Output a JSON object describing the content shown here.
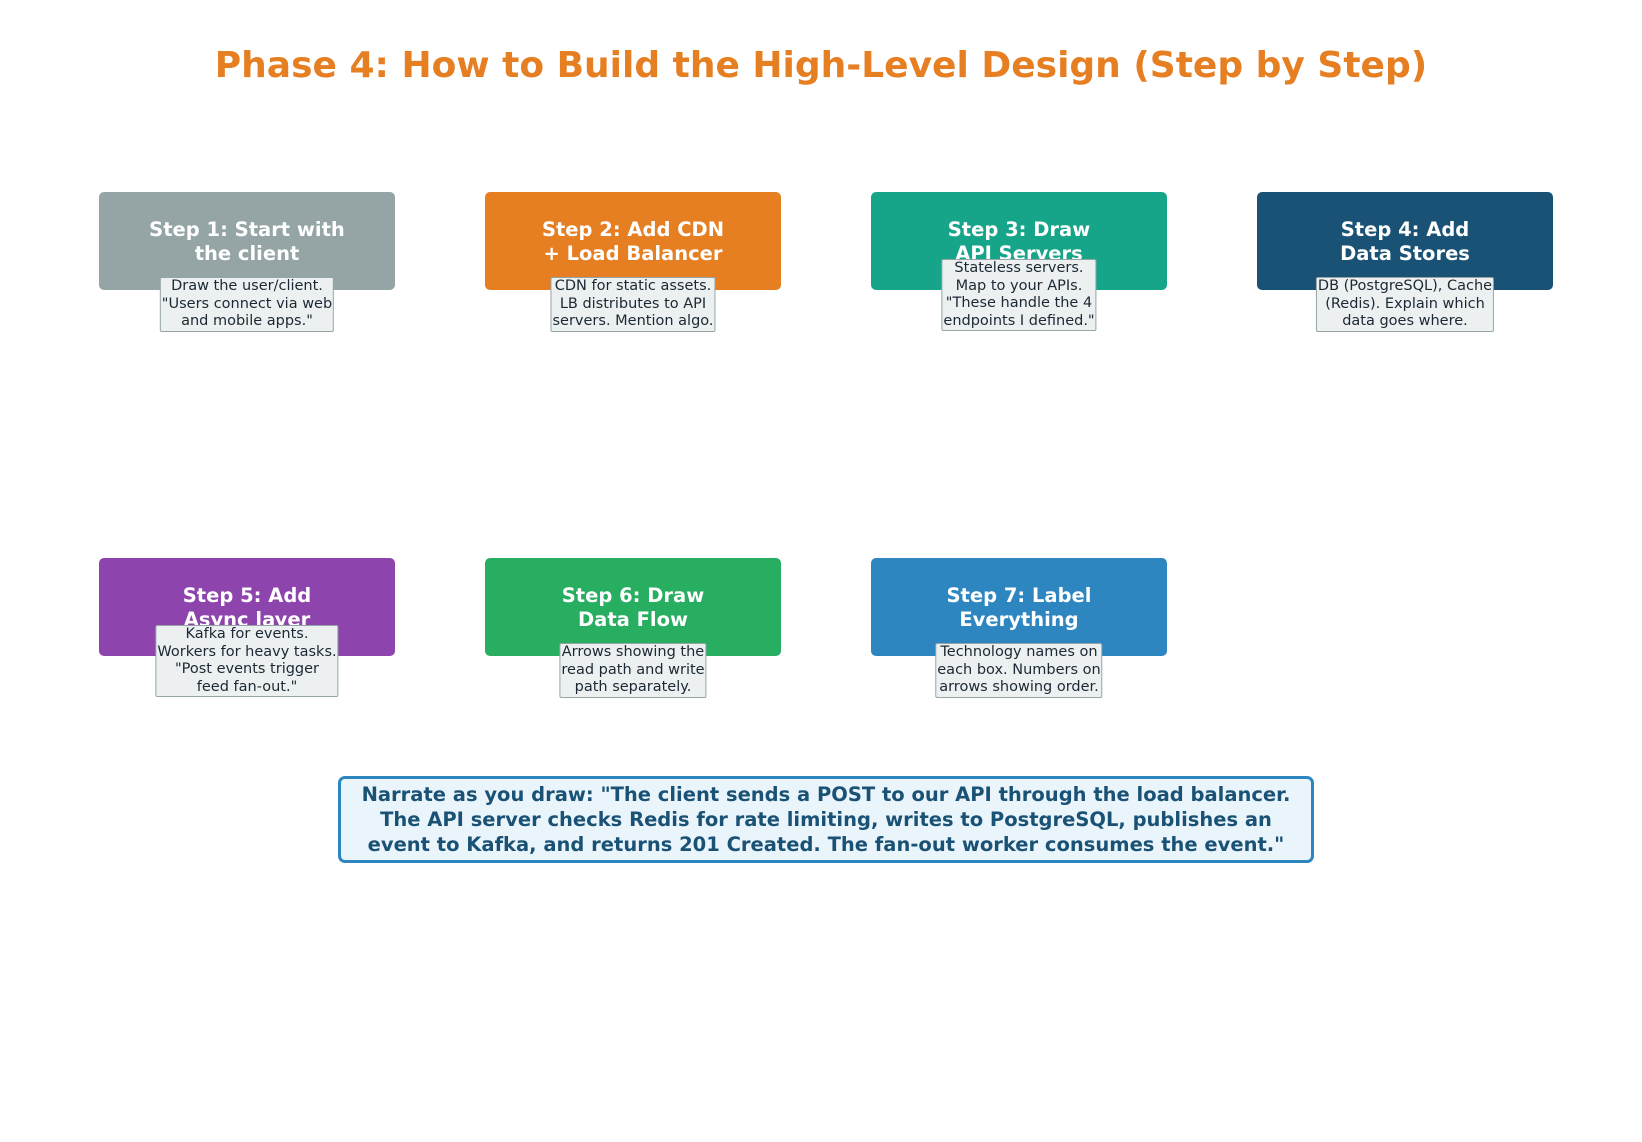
{
  "title": "Phase 4: How to Build the High-Level Design (Step by Step)",
  "steps": [
    {
      "label": "Step 1: Start with\nthe client",
      "description": "Draw the user/client.\n\"Users connect via web\nand mobile apps.\"",
      "color": "#95a5a6"
    },
    {
      "label": "Step 2: Add CDN\n+ Load Balancer",
      "description": "CDN for static assets.\nLB distributes to API\nservers. Mention algo.",
      "color": "#e67e22"
    },
    {
      "label": "Step 3: Draw\nAPI Servers",
      "description": "Stateless servers.\nMap to your APIs.\n\"These handle the 4\nendpoints I defined.\"",
      "color": "#17a589"
    },
    {
      "label": "Step 4: Add\nData Stores",
      "description": "DB (PostgreSQL), Cache\n(Redis). Explain which\ndata goes where.",
      "color": "#1a5276"
    },
    {
      "label": "Step 5: Add\nAsync layer",
      "description": "Kafka for events.\nWorkers for heavy tasks.\n\"Post events trigger\nfeed fan-out.\"",
      "color": "#8e44ad"
    },
    {
      "label": "Step 6: Draw\nData Flow",
      "description": "Arrows showing the\nread path and write\npath separately.",
      "color": "#27ae60"
    },
    {
      "label": "Step 7: Label\nEverything",
      "description": "Technology names on\neach box. Numbers on\narrows showing order.",
      "color": "#2e86c1"
    }
  ],
  "narration": "Narrate as you draw: \"The client sends a POST to our API through the load balancer.\nThe API server checks Redis for rate limiting, writes to PostgreSQL, publishes an\nevent to Kafka, and returns 201 Created. The fan-out worker consumes the event.\""
}
